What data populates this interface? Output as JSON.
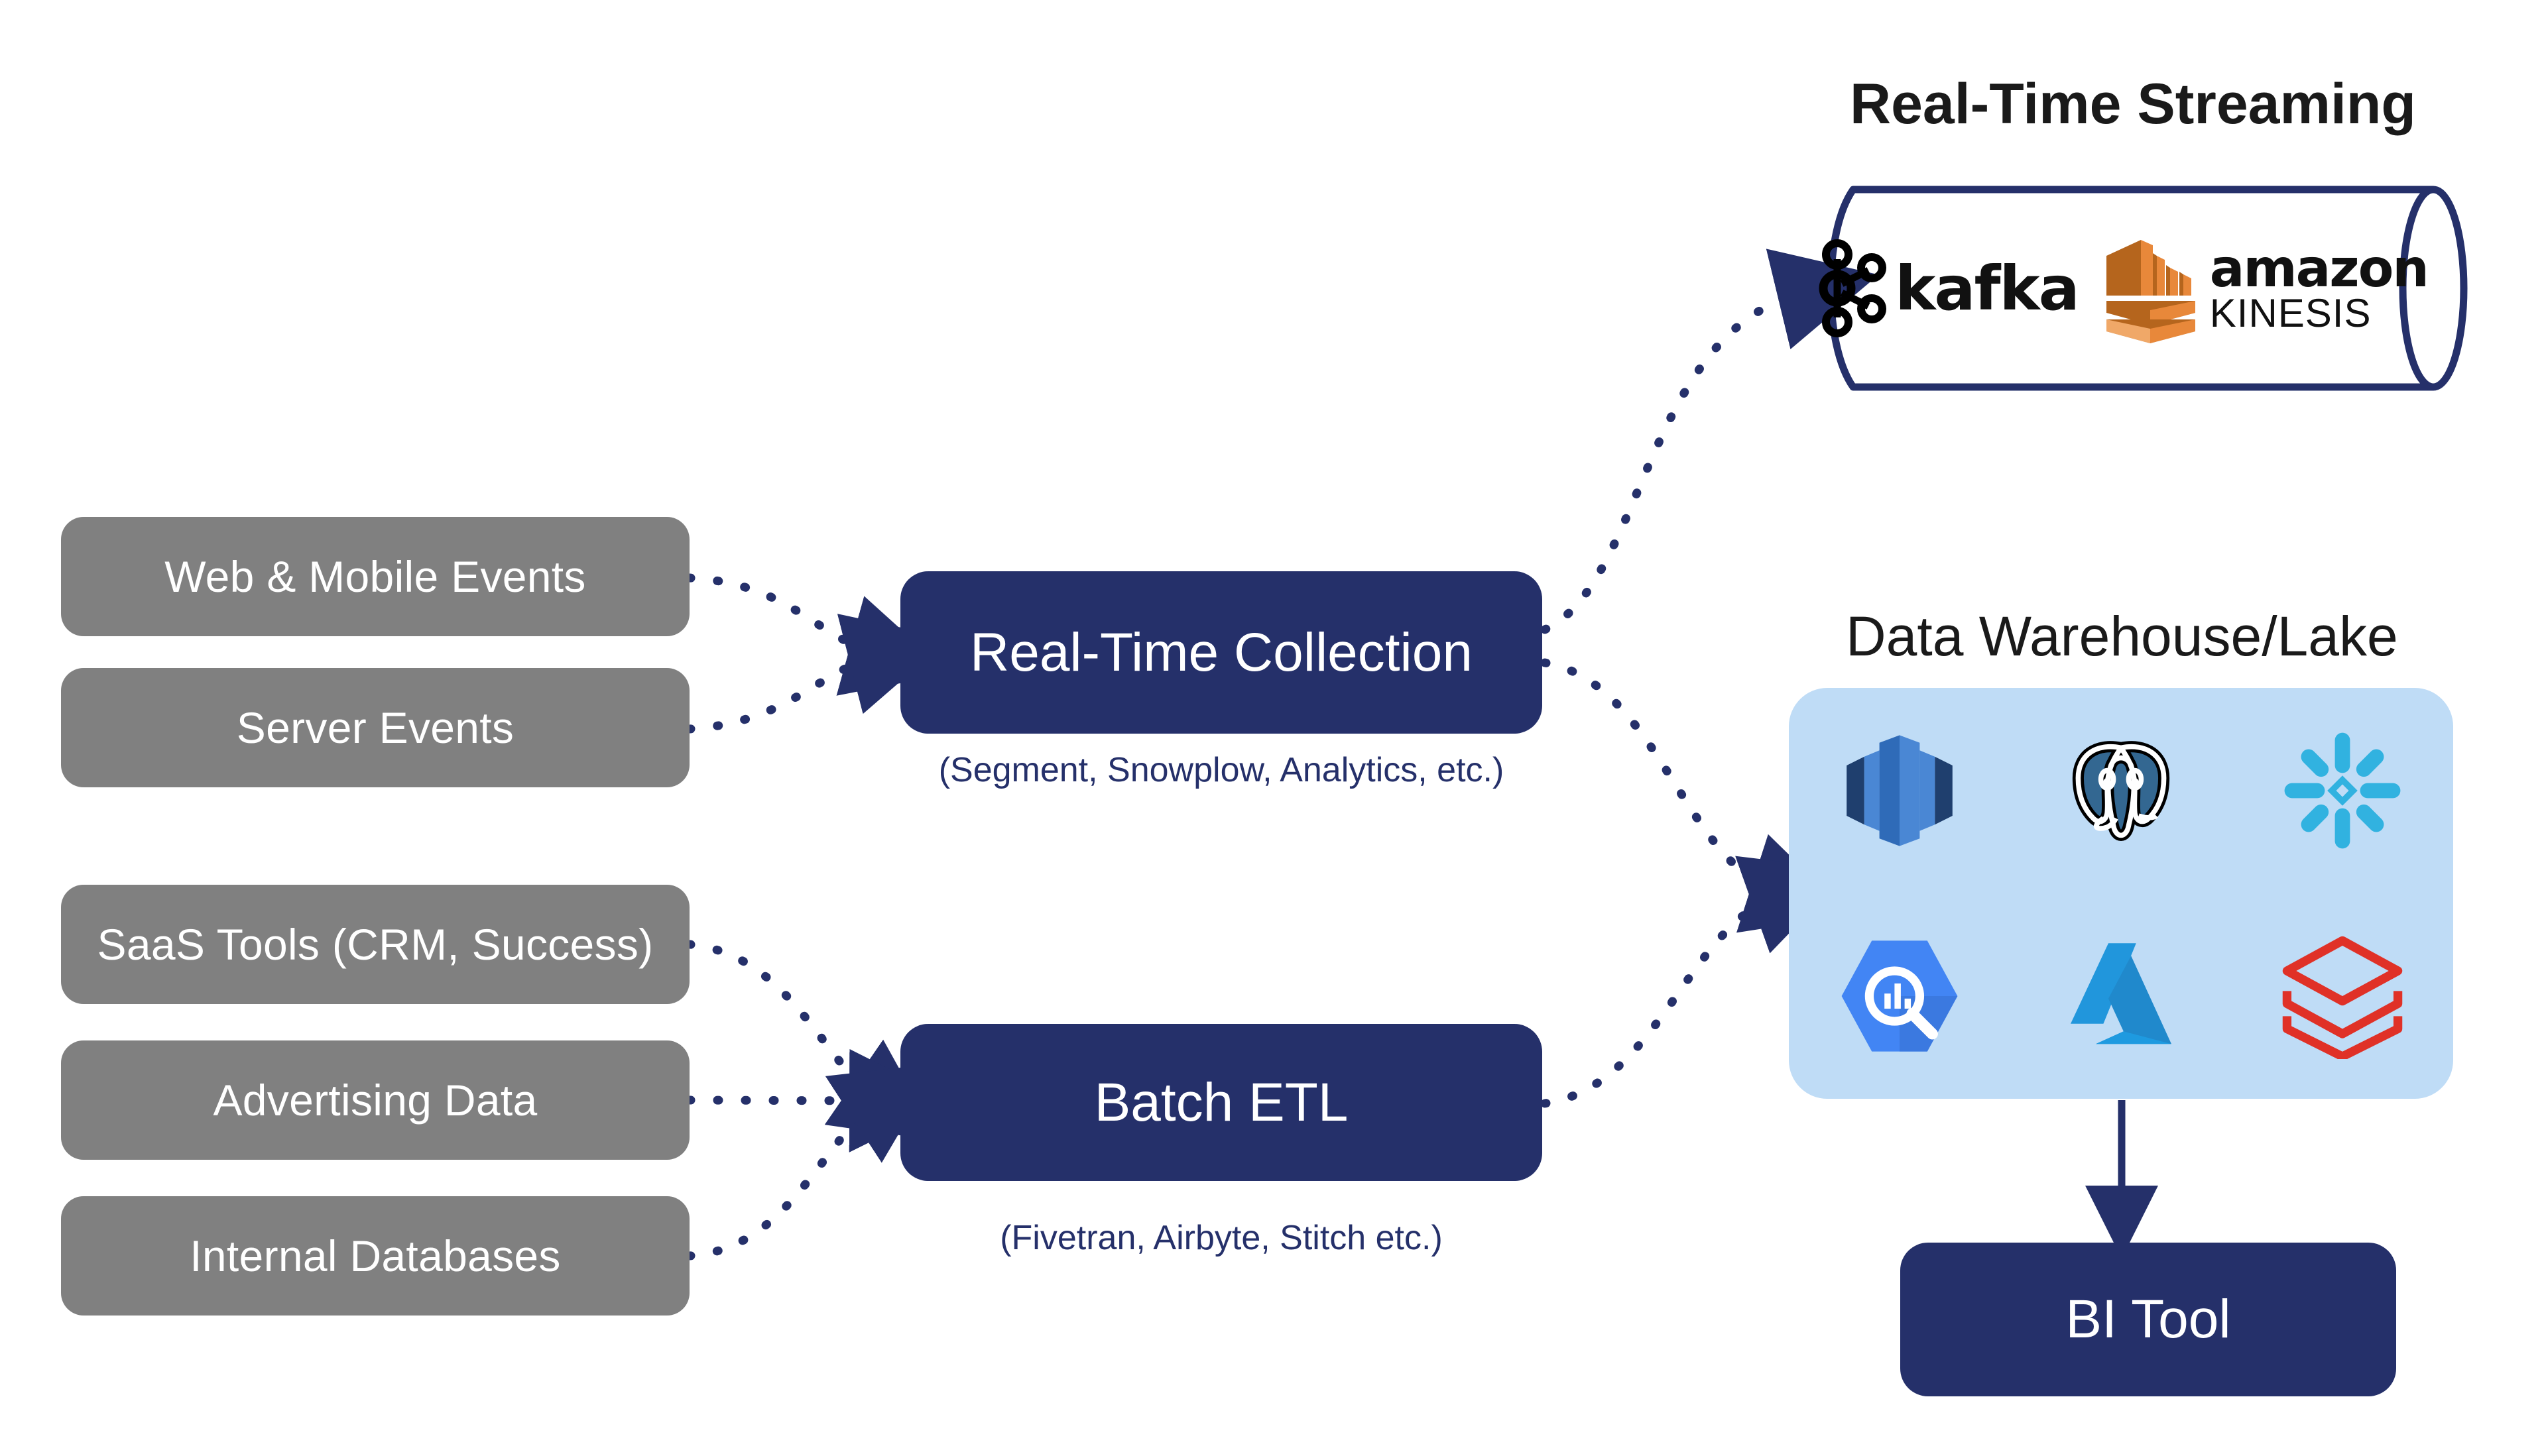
{
  "diagram": {
    "title_streaming": "Real-Time Streaming",
    "title_warehouse": "Data Warehouse/Lake",
    "colors": {
      "source_box": "#808080",
      "process_box": "#25306a",
      "warehouse_panel": "#bfdcf6",
      "arrow": "#25306a",
      "cylinder_stroke": "#25306a",
      "text_on_dark": "#ffffff",
      "caption": "#25306a"
    }
  },
  "sources": {
    "realtime": [
      {
        "label": "Web & Mobile Events"
      },
      {
        "label": "Server Events"
      }
    ],
    "batch": [
      {
        "label": "SaaS Tools (CRM, Success)"
      },
      {
        "label": "Advertising Data"
      },
      {
        "label": "Internal Databases"
      }
    ]
  },
  "processors": [
    {
      "label": "Real-Time Collection",
      "caption": "(Segment, Snowplow, Analytics, etc.)"
    },
    {
      "label": "Batch ETL",
      "caption": "(Fivetran, Airbyte, Stitch etc.)"
    }
  ],
  "streaming": {
    "logos": [
      {
        "name": "kafka-logo",
        "word": "kafka"
      },
      {
        "name": "amazon-kinesis-logo",
        "line1": "amazon",
        "line2": "KINESIS"
      }
    ]
  },
  "warehouse": {
    "logos": [
      {
        "name": "amazon-redshift-logo",
        "label": "Amazon Redshift"
      },
      {
        "name": "postgresql-logo",
        "label": "PostgreSQL"
      },
      {
        "name": "snowflake-logo",
        "label": "Snowflake"
      },
      {
        "name": "google-bigquery-logo",
        "label": "Google BigQuery"
      },
      {
        "name": "microsoft-azure-logo",
        "label": "Microsoft Azure"
      },
      {
        "name": "databricks-logo",
        "label": "Databricks"
      }
    ]
  },
  "output": {
    "label": "BI Tool"
  }
}
